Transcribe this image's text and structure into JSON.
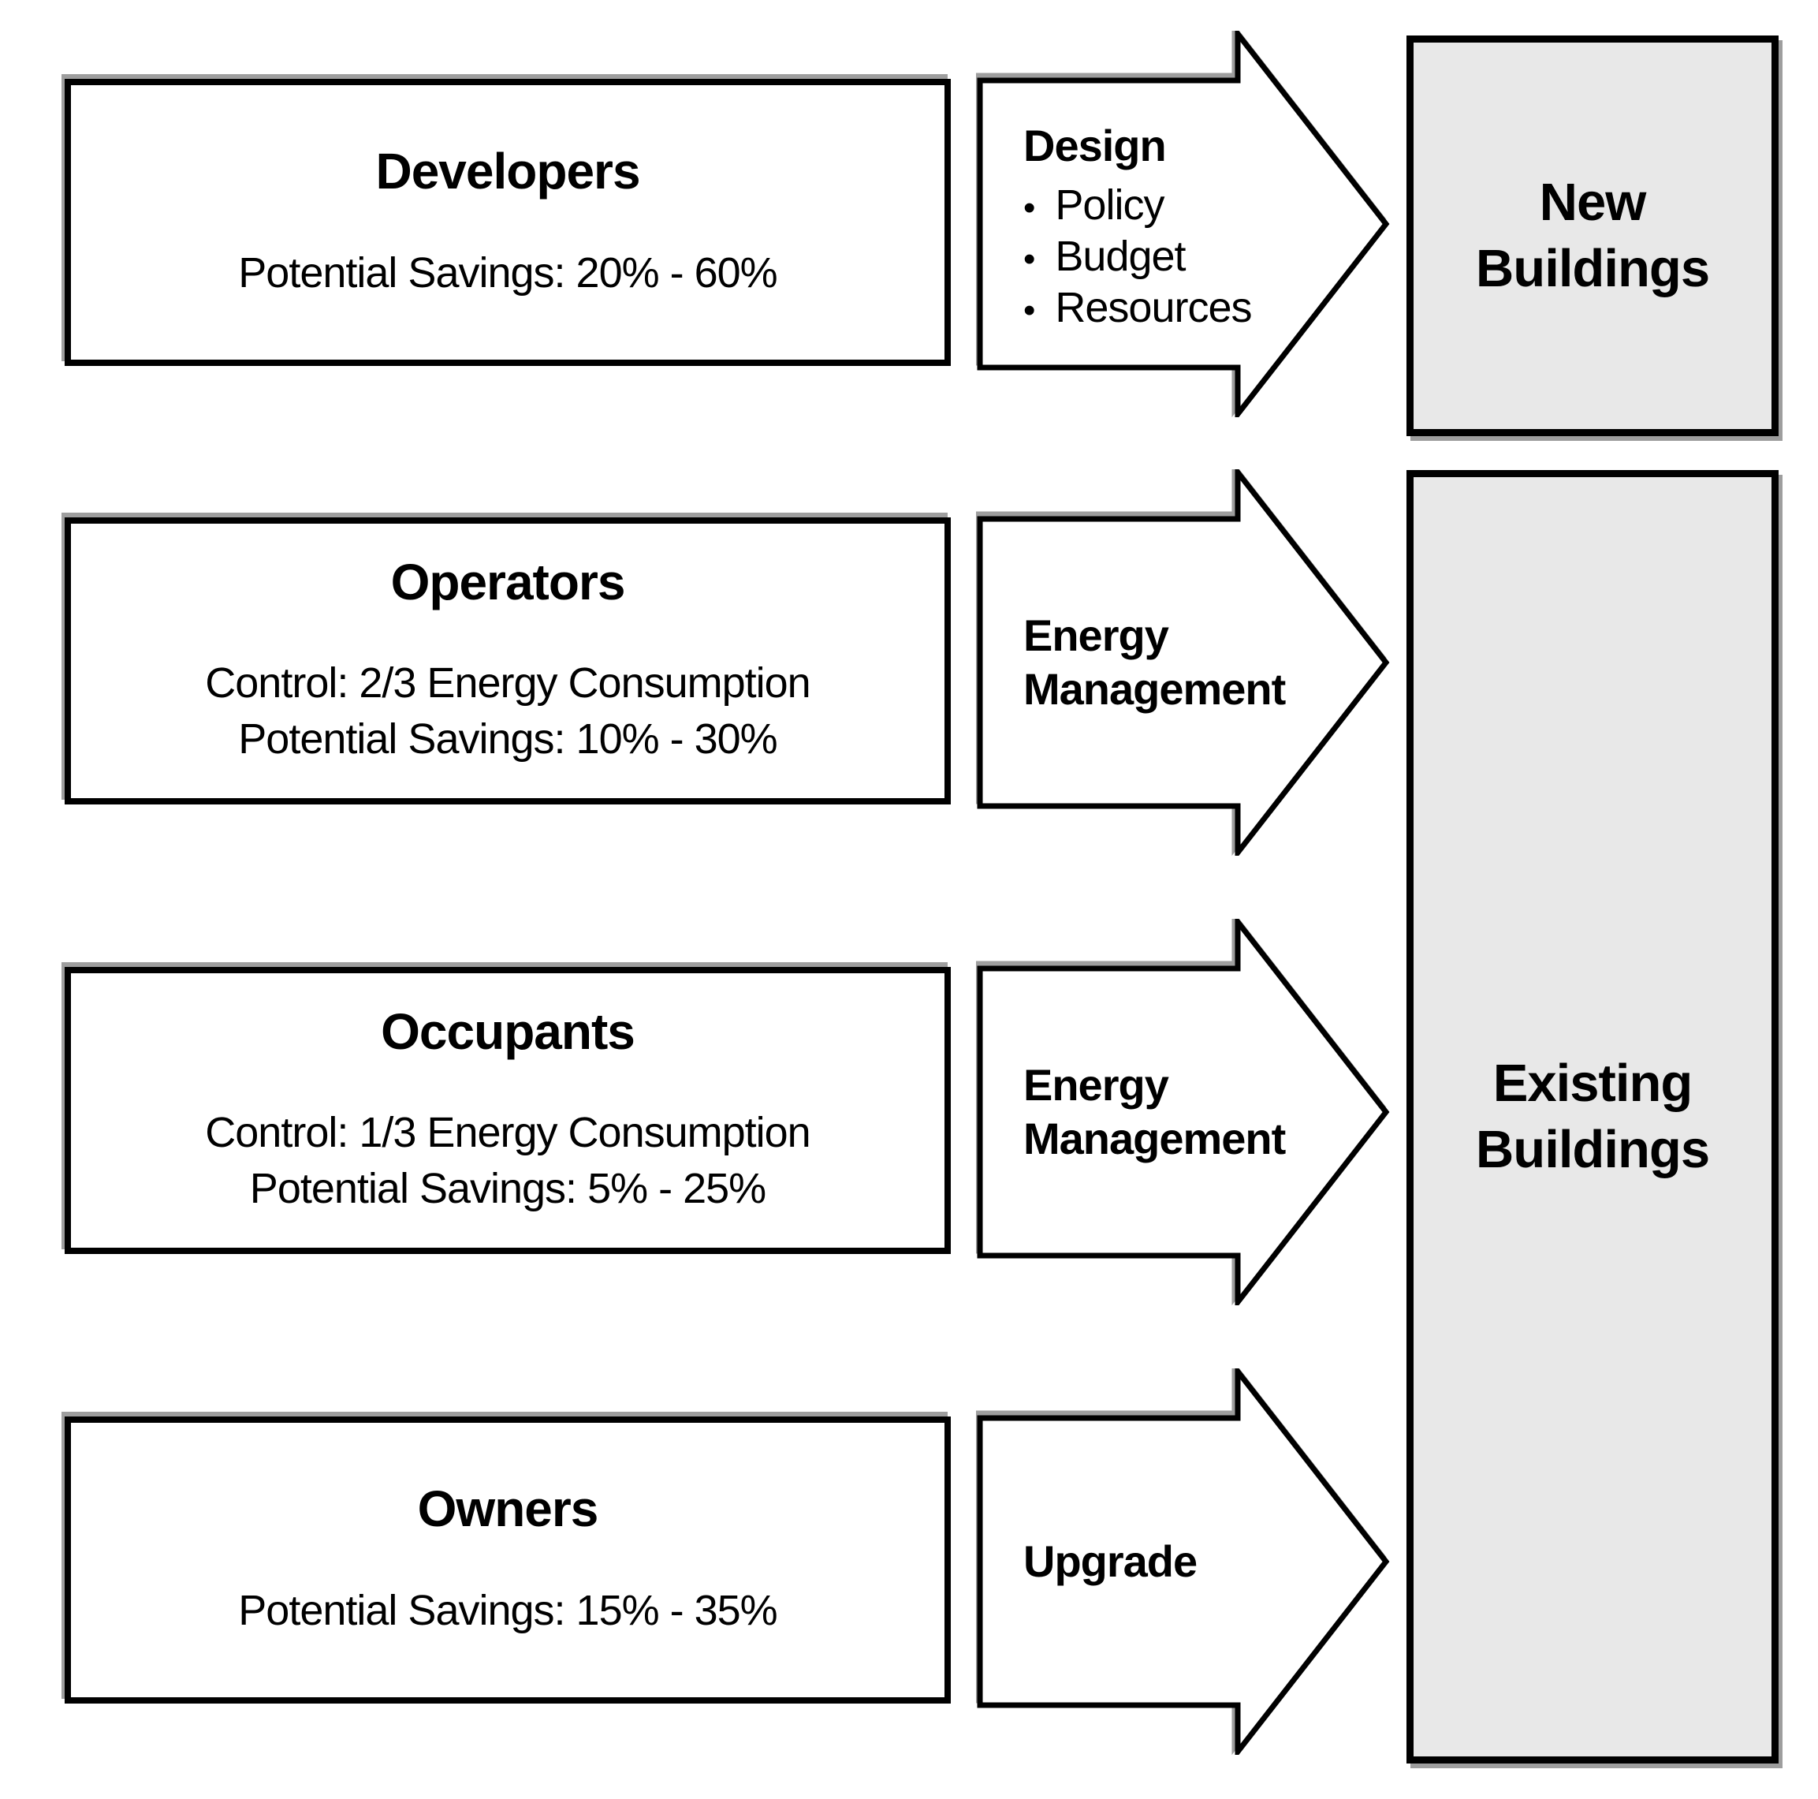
{
  "diagram": {
    "bullet_char": "•",
    "stakeholders": [
      {
        "id": "developers",
        "title": "Developers",
        "lines": [
          "Potential Savings: 20% - 60%"
        ]
      },
      {
        "id": "operators",
        "title": "Operators",
        "lines": [
          "Control: 2/3 Energy Consumption",
          "Potential Savings: 10% - 30%"
        ]
      },
      {
        "id": "occupants",
        "title": "Occupants",
        "lines": [
          "Control: 1/3 Energy Consumption",
          "Potential Savings: 5% - 25%"
        ]
      },
      {
        "id": "owners",
        "title": "Owners",
        "lines": [
          "Potential Savings: 15% - 35%"
        ]
      }
    ],
    "arrows": [
      {
        "id": "design",
        "label": "Design",
        "bullets": [
          "Policy",
          "Budget",
          "Resources"
        ]
      },
      {
        "id": "energy-management-1",
        "label": "Energy Management"
      },
      {
        "id": "energy-management-2",
        "label": "Energy Management"
      },
      {
        "id": "upgrade",
        "label": "Upgrade"
      }
    ],
    "targets": [
      {
        "id": "new-buildings",
        "title": "New Buildings"
      },
      {
        "id": "existing-buildings",
        "title": "Existing Buildings"
      }
    ],
    "colors": {
      "line": "#000000",
      "box_fill": "#ffffff",
      "target_fill": "#e8e8e8",
      "shadow": "#9e9e9e",
      "background": "#ffffff"
    }
  }
}
